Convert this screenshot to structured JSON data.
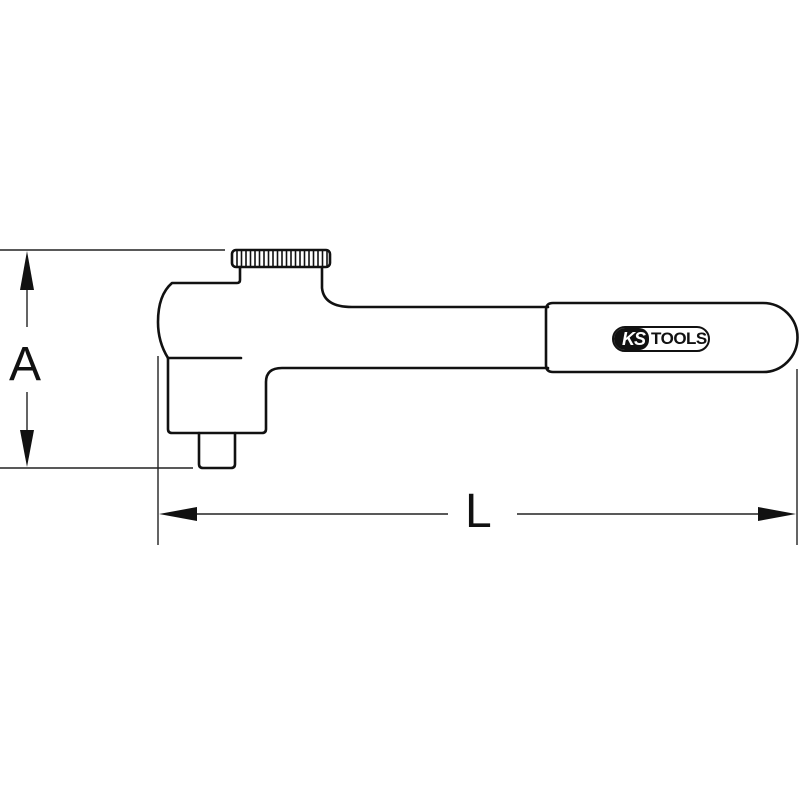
{
  "drawing": {
    "subject": "insulated ratchet technical drawing",
    "dimensions": {
      "height_label": "A",
      "length_label": "L"
    },
    "logo": {
      "brand_part1": "KS",
      "brand_part2": "TOOLS"
    },
    "colors": {
      "line": "#111111",
      "background": "#ffffff"
    }
  }
}
